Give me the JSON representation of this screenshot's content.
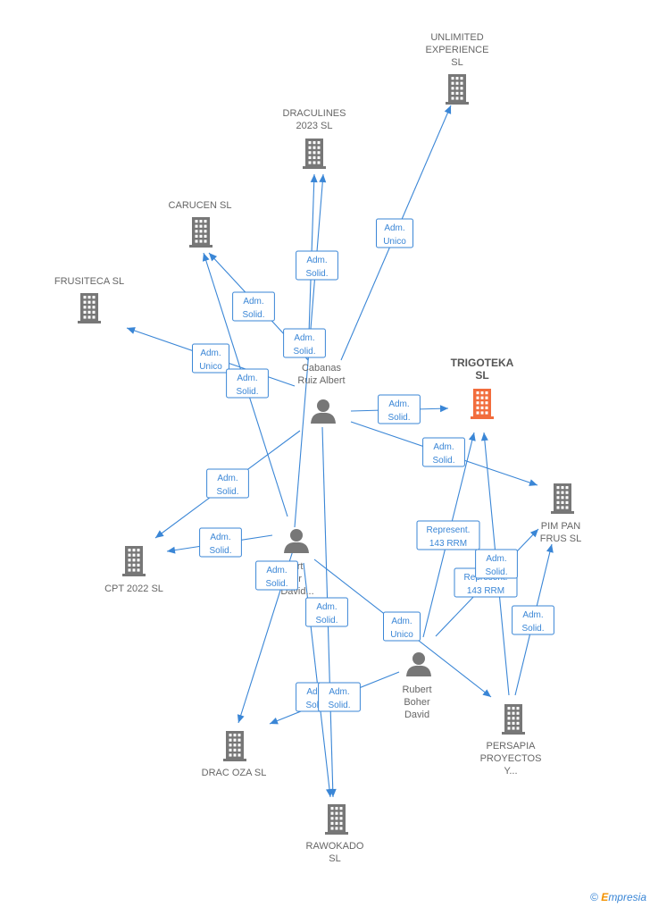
{
  "colors": {
    "edge": "#3a86d6",
    "company": "#777777",
    "focus": "#f26d3d",
    "person": "#777777"
  },
  "nodes": [
    {
      "id": "unlimited",
      "kind": "company",
      "label": [
        "UNLIMITED",
        "EXPERIENCE",
        "SL"
      ]
    },
    {
      "id": "draculines",
      "kind": "company",
      "label": [
        "DRACULINES",
        "2023  SL"
      ]
    },
    {
      "id": "carucen",
      "kind": "company",
      "label": [
        "CARUCEN  SL"
      ]
    },
    {
      "id": "frusiteca",
      "kind": "company",
      "label": [
        "FRUSITECA  SL"
      ]
    },
    {
      "id": "trigoteka",
      "kind": "focus",
      "label": [
        "TRIGOTEKA",
        "SL"
      ]
    },
    {
      "id": "cabanas",
      "kind": "person",
      "label": [
        "Cabanas",
        "Ruiz Albert"
      ]
    },
    {
      "id": "pimpan",
      "kind": "company",
      "label": [
        "PIM PAN",
        "FRUS  SL"
      ]
    },
    {
      "id": "cpt",
      "kind": "company",
      "label": [
        "CPT 2022  SL"
      ]
    },
    {
      "id": "rubert1",
      "kind": "person",
      "label": [
        "ert",
        "er",
        "David..."
      ]
    },
    {
      "id": "rubert2",
      "kind": "person",
      "label": [
        "Rubert",
        "Boher",
        "David"
      ]
    },
    {
      "id": "persapia",
      "kind": "company",
      "label": [
        "PERSAPIA",
        "PROYECTOS",
        "Y..."
      ]
    },
    {
      "id": "dracoza",
      "kind": "company",
      "label": [
        "DRAC OZA  SL"
      ]
    },
    {
      "id": "rawokado",
      "kind": "company",
      "label": [
        "RAWOKADO",
        "SL"
      ]
    }
  ],
  "edges": [
    {
      "from": "cabanas",
      "to": "unlimited",
      "label": [
        "Adm.",
        "Unico"
      ]
    },
    {
      "from": "cabanas",
      "to": "draculines",
      "label": [
        "Adm.",
        "Solid."
      ]
    },
    {
      "from": "cabanas",
      "to": "carucen",
      "label": [
        "Adm.",
        "Solid."
      ]
    },
    {
      "from": "cabanas",
      "to": "frusiteca",
      "label": [
        "Adm.",
        "Unico"
      ]
    },
    {
      "from": "cabanas",
      "to": "trigoteka",
      "label": [
        "Adm.",
        "Solid."
      ]
    },
    {
      "from": "cabanas",
      "to": "pimpan",
      "label": [
        "Adm.",
        "Solid."
      ]
    },
    {
      "from": "cabanas",
      "to": "cpt",
      "label": [
        "Adm.",
        "Solid."
      ]
    },
    {
      "from": "cabanas",
      "to": "rawokado",
      "label": [
        "Adm.",
        "Solid."
      ]
    },
    {
      "from": "rubert1",
      "to": "draculines",
      "label": [
        "Adm.",
        "Solid."
      ]
    },
    {
      "from": "rubert1",
      "to": "carucen",
      "label": [
        "Adm.",
        "Solid."
      ]
    },
    {
      "from": "rubert1",
      "to": "cpt",
      "label": [
        "Adm.",
        "Solid."
      ]
    },
    {
      "from": "rubert1",
      "to": "dracoza",
      "label": [
        "Adm.",
        "Solid."
      ]
    },
    {
      "from": "rubert1",
      "to": "rawokado",
      "label": [
        "Adm.",
        "Solid."
      ]
    },
    {
      "from": "rubert1",
      "to": "persapia",
      "label": [
        "Adm.",
        "Unico"
      ]
    },
    {
      "from": "rubert2",
      "to": "trigoteka",
      "label": [
        "Represent.",
        "143 RRM"
      ]
    },
    {
      "from": "rubert2",
      "to": "pimpan",
      "label": [
        "Represent.",
        "143 RRM"
      ]
    },
    {
      "from": "rubert2",
      "to": "dracoza",
      "label": [
        "Adm.",
        "Solid."
      ]
    },
    {
      "from": "persapia",
      "to": "trigoteka",
      "label": [
        "Adm.",
        "Solid."
      ]
    },
    {
      "from": "persapia",
      "to": "pimpan",
      "label": [
        "Adm.",
        "Solid."
      ]
    }
  ],
  "footer": {
    "copyright": "©",
    "brand_e": "E",
    "brand_rest": "mpresia"
  }
}
